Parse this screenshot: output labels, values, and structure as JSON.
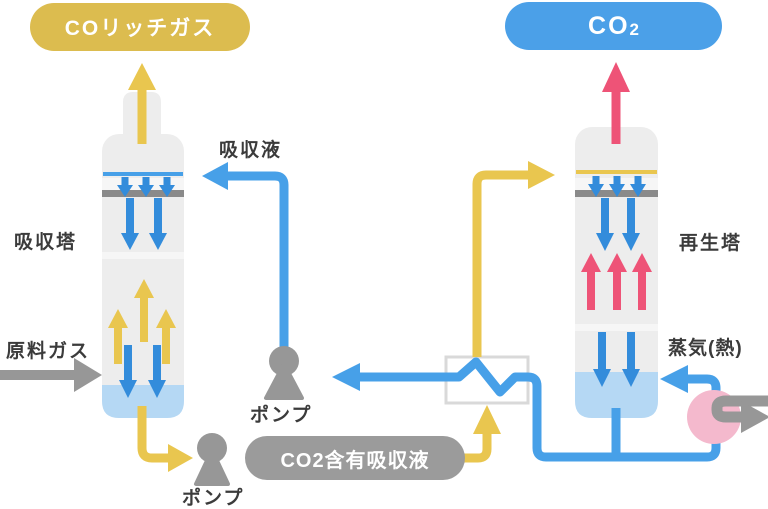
{
  "diagram": {
    "outputs": {
      "co_rich_gas": "COリッチガス",
      "co2_main": "CO",
      "co2_sub": "2"
    },
    "towers": {
      "absorber": "吸収塔",
      "regenerator": "再生塔"
    },
    "streams": {
      "feed_gas": "原料ガス",
      "absorbent": "吸収液",
      "co2_rich_absorbent": "CO2含有吸収液",
      "steam_heat": "蒸気(熱)"
    },
    "equipment": {
      "pump_absorber_bottom": "ポンプ",
      "pump_regen_return": "ポンプ"
    }
  },
  "icons": {
    "pump": "pump-icon",
    "heat_exchanger": "heat-exchanger-icon",
    "reboiler": "reboiler-heater-icon"
  },
  "colors": {
    "yellow": "#DCBC4F",
    "yellowArrow": "#E9C64F",
    "blue": "#47A0E8",
    "bluePill": "#4BA0E8",
    "blueDeep": "#338CDB",
    "pink": "#EE5377",
    "pinkCircle": "#F4B9CD",
    "gray": "#979797",
    "grayPill": "#9B9B9B",
    "grayBar": "#8A8A8A",
    "towerFill": "#EDEDED",
    "towerBand": "#F6F6F6",
    "pool": "#B5D8F4",
    "exchangerBorder": "#D9D9D9",
    "text": "#3B3B3B"
  }
}
